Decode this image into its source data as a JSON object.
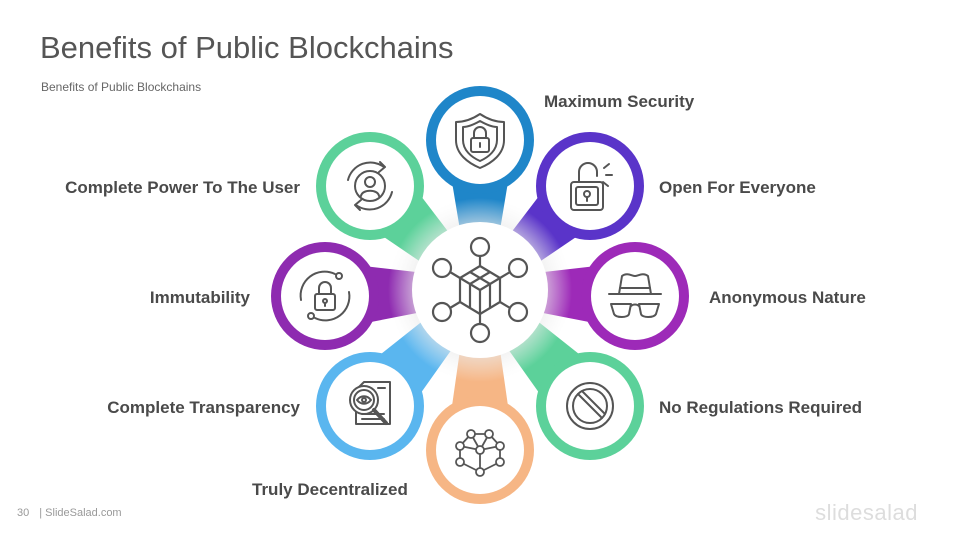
{
  "slide": {
    "title": "Benefits of Public Blockchains",
    "subtitle": "Benefits of Public Blockchains",
    "page_number": "30",
    "footer_text": "| SlideSalad.com",
    "brand": "slidesalad"
  },
  "benefits": [
    {
      "label": "Maximum Security",
      "icon": "shield-lock-icon",
      "color": "#1f86c9"
    },
    {
      "label": "Open For Everyone",
      "icon": "unlocked-padlock-icon",
      "color": "#5a34c9"
    },
    {
      "label": "Anonymous Nature",
      "icon": "hat-glasses-icon",
      "color": "#9d2ab8"
    },
    {
      "label": "No Regulations Required",
      "icon": "prohibited-icon",
      "color": "#5cd19a"
    },
    {
      "label": "Truly Decentralized",
      "icon": "network-nodes-icon",
      "color": "#f6b685"
    },
    {
      "label": "Complete Transparency",
      "icon": "document-search-icon",
      "color": "#5ab6ef"
    },
    {
      "label": "Immutability",
      "icon": "lock-cycle-icon",
      "color": "#8e2bb0"
    },
    {
      "label": "Complete Power To The User",
      "icon": "user-gear-icon",
      "color": "#5cd19a"
    }
  ],
  "center": {
    "icon": "blockchain-cube-icon"
  }
}
